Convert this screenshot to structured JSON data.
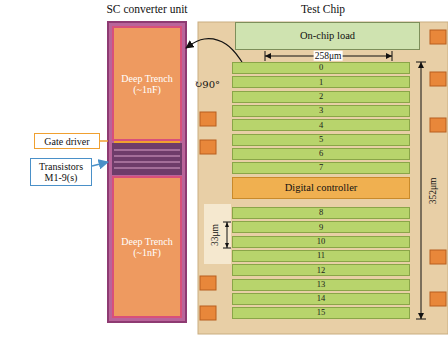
{
  "diagram": {
    "nodes": [
      {
        "text": [
          "SC converter unit"
        ]
      },
      {
        "text": [
          "Deep Trench (~1nF)"
        ],
        "in": 0
      },
      {
        "text": [
          "Deep Trench (~1nF)"
        ],
        "in": 0
      },
      {
        "text": [
          "Gate driver"
        ]
      },
      {
        "text": [
          "Transistors M1-9(s)"
        ]
      },
      {
        "text": [
          "Test Chip"
        ]
      },
      {
        "text": [
          "On-chip load"
        ],
        "in": 5
      },
      {
        "text": [
          "0"
        ],
        "in": 5
      },
      {
        "text": [
          "1"
        ],
        "in": 5
      },
      {
        "text": [
          "2"
        ],
        "in": 5
      },
      {
        "text": [
          "3"
        ],
        "in": 5
      },
      {
        "text": [
          "4"
        ],
        "in": 5
      },
      {
        "text": [
          "5"
        ],
        "in": 5
      },
      {
        "text": [
          "6"
        ],
        "in": 5
      },
      {
        "text": [
          "7"
        ],
        "in": 5
      },
      {
        "text": [
          "Digital controller"
        ],
        "in": 5
      },
      {
        "text": [
          "8"
        ],
        "in": 5
      },
      {
        "text": [
          "9"
        ],
        "in": 5
      },
      {
        "text": [
          "10"
        ],
        "in": 5
      },
      {
        "text": [
          "11"
        ],
        "in": 5
      },
      {
        "text": [
          "12"
        ],
        "in": 5
      },
      {
        "text": [
          "13"
        ],
        "in": 5
      },
      {
        "text": [
          "14"
        ],
        "in": 5
      },
      {
        "text": [
          "15"
        ],
        "in": 5
      }
    ],
    "edges": [
      {
        "from": 7,
        "to": 0,
        "arrow": "to",
        "label": "↻90°"
      },
      {
        "from": 3,
        "to": 0,
        "arrow": "none"
      },
      {
        "from": 4,
        "to": 0,
        "arrow": "to"
      }
    ],
    "labels": [
      "258μm",
      "352μm",
      "33μm"
    ]
  }
}
